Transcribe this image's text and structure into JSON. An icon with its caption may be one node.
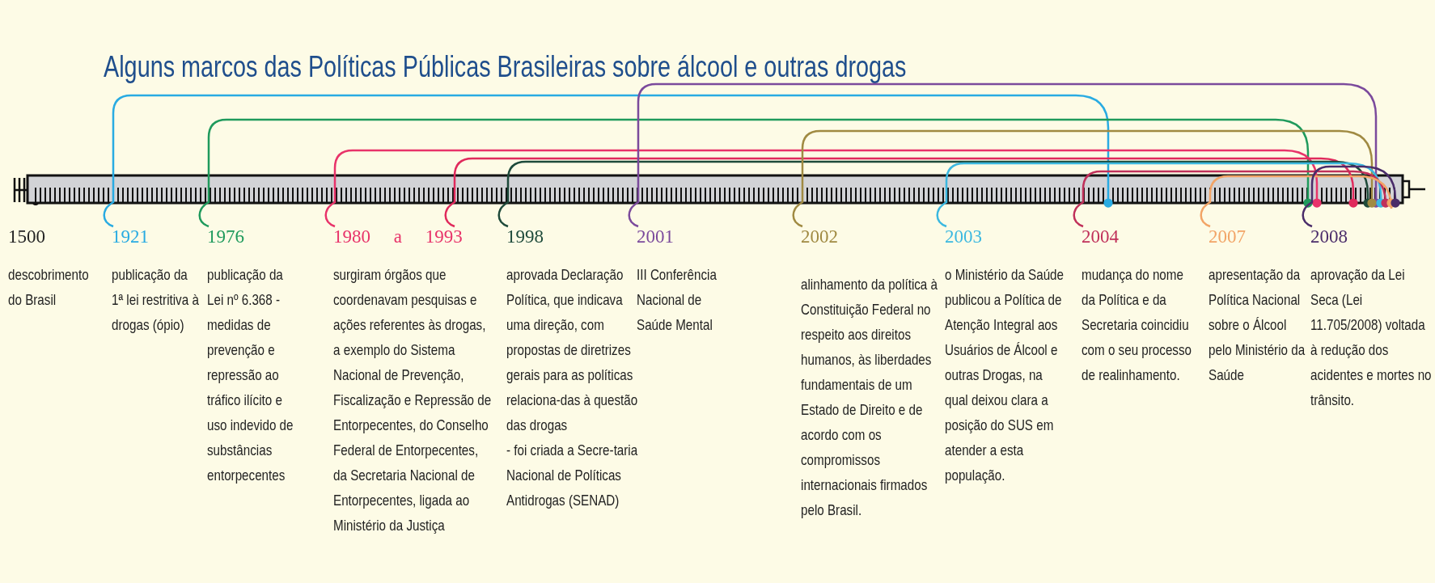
{
  "diagram": {
    "title": "Alguns marcos das Políticas Públicas Brasileiras sobre álcool e outras drogas",
    "nodes": [
      {
        "text": [
          "1500",
          "descobrimento do Brasil"
        ]
      },
      {
        "text": [
          "1921",
          "publicação da 1ª lei restritiva à drogas (ópio)"
        ]
      },
      {
        "text": [
          "1976",
          "publicação da Lei nº 6.368 - medidas de prevenção e repressão ao tráfico ilícito e uso indevido de substâncias entorpecentes"
        ]
      },
      {
        "text": [
          "1980 a 1993",
          "surgiram órgãos que coordenavam pesquisas e ações referentes às drogas, a exemplo do Sistema Nacional de Prevenção, Fiscalização e Repressão de Entorpecentes, do Conselho Federal de Entorpecentes, da Secretaria Nacional de Entorpecentes, ligada ao Ministério da Justiça"
        ]
      },
      {
        "text": [
          "1998",
          "aprovada Declaração Política, que indicava uma direção, com propostas de diretrizes gerais para as políticas relaciona-das à questão das drogas",
          "- foi criada a Secre-taria Nacional de Políticas Antidrogas (SENAD)"
        ]
      },
      {
        "text": [
          "2001",
          "III Conferência Nacional de Saúde Mental"
        ]
      },
      {
        "text": [
          "2002",
          "alinhamento da política à Constituição Federal no respeito aos direitos humanos, às liberdades fundamentais de um Estado de Direito e de acordo com os compromissos internacionais firmados pelo Brasil."
        ]
      },
      {
        "text": [
          "2003",
          "o Ministério da Saúde publicou a Política de Atenção Integral aos Usuários de Álcool e outras Drogas, na qual deixou clara a posição do SUS em atender a esta população."
        ]
      },
      {
        "text": [
          "2004",
          "mudança do nome da Política e da Secretaria coincidiu com o seu processo de realinhamento."
        ]
      },
      {
        "text": [
          "2007",
          "apresentação da Política Nacional sobre o Álcool pelo Ministério da Saúde"
        ]
      },
      {
        "text": [
          "2008",
          "aprovação da Lei Seca (Lei 11.705/2008) voltada à redução dos acidentes e mortes no trânsito."
        ]
      },
      {
        "text": [],
        "shape": "bar"
      }
    ],
    "edges": [
      {
        "from": 1,
        "to": 11,
        "arrow": "other",
        "color": "#29abe2"
      },
      {
        "from": 2,
        "to": 11,
        "arrow": "other",
        "color": "#1f9a5c"
      },
      {
        "from": 3,
        "to": 11,
        "arrow": "other",
        "color": "#e8336a"
      },
      {
        "from": 3,
        "to": 11,
        "arrow": "other",
        "color": "#e02a5c"
      },
      {
        "from": 4,
        "to": 11,
        "arrow": "other",
        "color": "#1e4a3a"
      },
      {
        "from": 5,
        "to": 11,
        "arrow": "other",
        "color": "#7b4a9c"
      },
      {
        "from": 6,
        "to": 11,
        "arrow": "other",
        "color": "#a08a42"
      },
      {
        "from": 7,
        "to": 11,
        "arrow": "other",
        "color": "#3bb8e0"
      },
      {
        "from": 8,
        "to": 11,
        "arrow": "other",
        "color": "#c0305a"
      },
      {
        "from": 9,
        "to": 11,
        "arrow": "other",
        "color": "#f2a466"
      },
      {
        "from": 10,
        "to": 11,
        "arrow": "other",
        "color": "#4a2c6a"
      }
    ]
  }
}
